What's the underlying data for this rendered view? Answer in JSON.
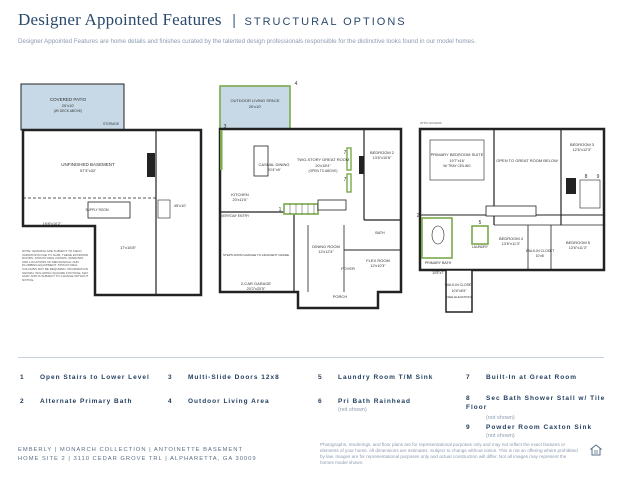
{
  "header": {
    "title": "Designer Appointed Features",
    "separator": "|",
    "subtitle": "Structural Options",
    "description": "Designer Appointed Features are home details and finishes curated by the talented design professionals responsible for the distinctive looks found in our model homes."
  },
  "plans": {
    "basement": {
      "covered_patio": "COVERED PATIO",
      "covered_patio_dim": "20'x10'",
      "covered_patio_note": "(W/ DECK ABOVE)",
      "storage": "STORAGE",
      "unfinished_basement": "UNFINISHED BASEMENT",
      "unfinished_basement_dim": "57'3\"x32'",
      "dim_a": "45'x10'",
      "dim_b": "19'8\"x10'2\"",
      "dim_c": "17'x16'8\"",
      "supply_room": "SUPPLY ROOM",
      "note": "NOTE: GRADING ARE SUBJECT TO FIELD VARIATIONS DUE TO SLAB, THESE EXTERIOR DOORS, STRUCTURAL DOORS, WINDOWS AND LOCATIONS OF MECHANICAL AND PLUMBING EQUIPMENT. STRUCTURAL COLUMNS MAY BE REQUIRED. INFORMATION SHOWN, INCLUDING SQUARE FOOTAGE, MAY VARY AND IS SUBJECT TO CHANGE WITHOUT NOTICE."
    },
    "main": {
      "callout_4": "4",
      "callout_3": "3",
      "callout_7a": "7",
      "callout_7b": "7",
      "callout_1": "1",
      "outdoor_living": "OUTDOOR LIVING SPACE",
      "outdoor_living_dim": "20'x10'",
      "casual_dining": "CASUAL DINING",
      "casual_dining_dim": "20'4\"x9'",
      "two_story": "TWO-STORY GREAT ROOM",
      "two_story_dim": "20'x18'4\"",
      "two_story_note": "(OPEN TO ABOVE)",
      "bedroom_2": "BEDROOM 2",
      "bedroom_2_dim": "13'6\"x10'6\"",
      "kitchen": "KITCHEN",
      "kitchen_dim": "20'x11'6\"",
      "everyday_entry": "EVERYDAY ENTRY",
      "bath": "BATH",
      "dining_room": "DINING ROOM",
      "dining_room_dim": "12'x12'3\"",
      "foyer": "FOYER",
      "flex_room": "FLEX ROOM",
      "flex_room_dim": "12'x10'3\"",
      "garage": "2-CAR GARAGE",
      "garage_dim": "20'2\"x20'5\"",
      "porch": "PORCH",
      "garage_note": "STEPS FROM GARAGE TO ADJACENT GRADE"
    },
    "upper": {
      "callout_2": "2",
      "callout_5": "5",
      "callout_8": "8",
      "callout_9": "9",
      "primary_suite": "PRIMARY BEDROOM SUITE",
      "primary_suite_dim": "19'7\"x16'",
      "primary_suite_note": "W/ TRAY CEILING",
      "open_to_great": "OPEN TO GREAT ROOM BELOW",
      "bedroom_3": "BEDROOM 3",
      "bedroom_3_dim": "12'6\"x12'3\"",
      "primary_bath": "PRIMARY BATH",
      "laundry": "LAUNDRY",
      "bedroom_4": "BEDROOM 4",
      "bedroom_4_dim": "13'6\"x11'3\"",
      "walk_in_closet": "WALK-IN CLOSET",
      "walk_in_closet_dim": "10'x6'",
      "bedroom_5": "BEDROOM 5",
      "bedroom_5_dim": "13'6\"x11'3\"",
      "walk_in_closet_2": "WALK-IN CLOSET",
      "walk_in_closet_2_dim": "10'6\"x6'5\"",
      "wic_note": "(SEE ELEVATION)",
      "dim_small": "10'8\"x7'",
      "loft_note": "ATTIC ACCESS"
    }
  },
  "features": [
    {
      "num": "1",
      "label": "Open Stairs to Lower Level",
      "note": ""
    },
    {
      "num": "2",
      "label": "Alternate Primary Bath",
      "note": ""
    },
    {
      "num": "3",
      "label": "Multi-Slide Doors 12x8",
      "note": ""
    },
    {
      "num": "4",
      "label": "Outdoor Living Area",
      "note": ""
    },
    {
      "num": "5",
      "label": "Laundry Room T/M Sink",
      "note": ""
    },
    {
      "num": "6",
      "label": "Pri Bath Rainhead",
      "note": "(not shown)"
    },
    {
      "num": "7",
      "label": "Built-In at Great Room",
      "note": ""
    },
    {
      "num": "8",
      "label": "Sec Bath Shower Stall w/ Tile Floor",
      "note": "(not shown)"
    },
    {
      "num": "9",
      "label": "Powder Room Caxton Sink",
      "note": "(not shown)"
    }
  ],
  "footer": {
    "line1": "EMBERLY | MONARCH COLLECTION | ANTOINETTE BASEMENT",
    "line2": "HOME SITE 2 | 3110 CEDAR GROVE TRL | ALPHARETTA, GA 30009",
    "disclaimer": "Photographs, renderings, and floor plans are for representational purposes only and may not reflect the exact features or elements of your home. All dimensions are estimates. Subject to change without notice. This is not an offering where prohibited by law. Images are for representational purposes only and actual construction will differ. Not all images may represent the homes model shown."
  },
  "colors": {
    "navy": "#1d3b5c",
    "highlight": "#7aa84a",
    "patio_fill": "#c7d9e6",
    "wall": "#222222"
  }
}
